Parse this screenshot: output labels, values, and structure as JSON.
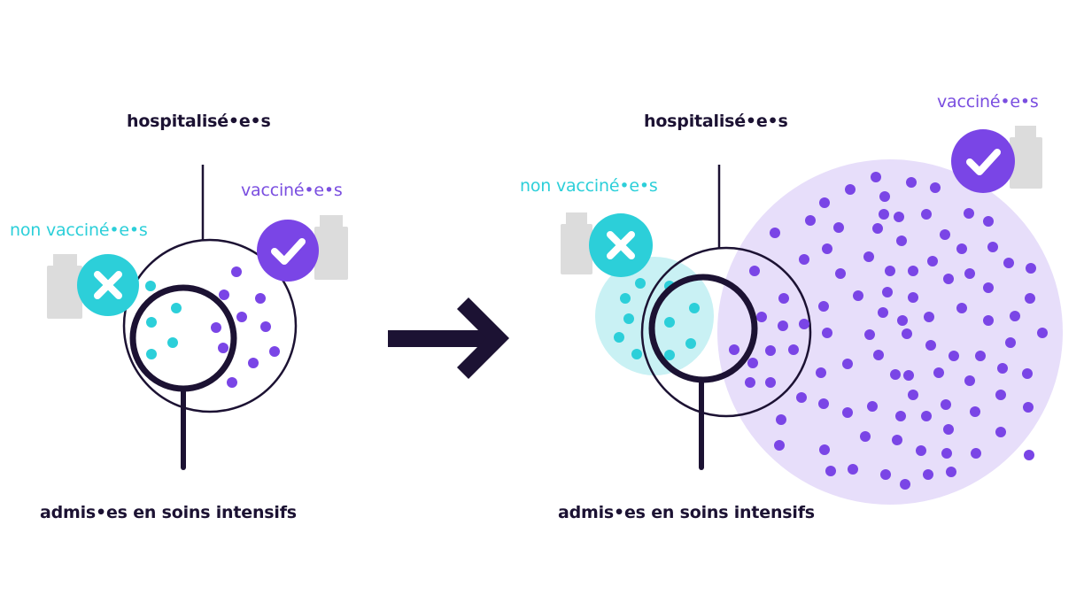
{
  "colors": {
    "ink": "#1c1233",
    "cyan": "#2ccfd9",
    "cyan_blob": "#c9f1f4",
    "purple": "#7a45e6",
    "lavender": "#e7defa",
    "vial_grey": "#dcdcdc",
    "white": "#ffffff"
  },
  "left_panel": {
    "title": "hospitalisé•e•s",
    "unvaccinated_label": "non vacciné•e•s",
    "vaccinated_label": "vacciné•e•s",
    "bottom_label": "admis•es en soins intensifs",
    "unvaccinated_icon": "x-icon",
    "vaccinated_icon": "check-icon"
  },
  "arrow": {
    "icon": "arrow-right-icon"
  },
  "right_panel": {
    "title": "hospitalisé•e•s",
    "unvaccinated_label": "non vacciné•e•s",
    "vaccinated_label": "vacciné•e•s",
    "bottom_label": "admis•es en soins intensifs",
    "unvaccinated_icon": "x-icon",
    "vaccinated_icon": "check-icon"
  },
  "chart_data": {
    "type": "diagram",
    "title": "",
    "description": "Comparison of hospitalised and ICU patients by vaccination status: small population (left) vs. large vaccinated population (right)",
    "panels": [
      {
        "name": "left",
        "hospitalised_label": "hospitalisé•e•s",
        "icu_label": "admis•es en soins intensifs",
        "groups": [
          {
            "name": "non vacciné•e•s",
            "color": "#2ccfd9",
            "dots": [
              [
                170,
                323
              ],
              [
                199,
                348
              ],
              [
                171,
                364
              ],
              [
                195,
                387
              ],
              [
                171,
                400
              ]
            ]
          },
          {
            "name": "vacciné•e•s",
            "color": "#7a45e6",
            "dots": [
              [
                267,
                307
              ],
              [
                253,
                333
              ],
              [
                294,
                337
              ],
              [
                273,
                358
              ],
              [
                244,
                370
              ],
              [
                300,
                369
              ],
              [
                252,
                393
              ],
              [
                310,
                397
              ],
              [
                286,
                410
              ],
              [
                262,
                432
              ]
            ]
          }
        ]
      },
      {
        "name": "right",
        "hospitalised_label": "hospitalisé•e•s",
        "icu_label": "admis•es en soins intensifs",
        "groups": [
          {
            "name": "non vacciné•e•s",
            "color": "#2ccfd9",
            "dots": [
              [
                723,
                320
              ],
              [
                756,
                323
              ],
              [
                706,
                337
              ],
              [
                784,
                348
              ],
              [
                710,
                360
              ],
              [
                756,
                364
              ],
              [
                699,
                381
              ],
              [
                780,
                388
              ],
              [
                719,
                400
              ],
              [
                756,
                401
              ]
            ]
          },
          {
            "name": "vacciné•e•s",
            "color": "#7a45e6",
            "dots": [
              [
                989,
                200
              ],
              [
                960,
                214
              ],
              [
                931,
                229
              ],
              [
                999,
                222
              ],
              [
                1029,
                206
              ],
              [
                1056,
                212
              ],
              [
                915,
                249
              ],
              [
                947,
                257
              ],
              [
                998,
                242
              ],
              [
                875,
                263
              ],
              [
                991,
                258
              ],
              [
                1015,
                245
              ],
              [
                1046,
                242
              ],
              [
                1094,
                241
              ],
              [
                1116,
                250
              ],
              [
                934,
                281
              ],
              [
                908,
                293
              ],
              [
                981,
                290
              ],
              [
                1018,
                272
              ],
              [
                1067,
                265
              ],
              [
                1086,
                281
              ],
              [
                1121,
                279
              ],
              [
                852,
                306
              ],
              [
                949,
                309
              ],
              [
                1005,
                306
              ],
              [
                1031,
                306
              ],
              [
                1053,
                295
              ],
              [
                1095,
                309
              ],
              [
                1139,
                297
              ],
              [
                1164,
                303
              ],
              [
                885,
                337
              ],
              [
                930,
                346
              ],
              [
                969,
                334
              ],
              [
                1002,
                330
              ],
              [
                1071,
                315
              ],
              [
                1116,
                325
              ],
              [
                1031,
                336
              ],
              [
                1163,
                337
              ],
              [
                860,
                358
              ],
              [
                884,
                368
              ],
              [
                908,
                366
              ],
              [
                997,
                353
              ],
              [
                1019,
                362
              ],
              [
                1049,
                358
              ],
              [
                1086,
                348
              ],
              [
                1116,
                362
              ],
              [
                1146,
                357
              ],
              [
                829,
                395
              ],
              [
                870,
                396
              ],
              [
                896,
                395
              ],
              [
                934,
                376
              ],
              [
                982,
                378
              ],
              [
                1024,
                377
              ],
              [
                1051,
                390
              ],
              [
                1077,
                402
              ],
              [
                1107,
                402
              ],
              [
                1141,
                387
              ],
              [
                1177,
                376
              ],
              [
                850,
                410
              ],
              [
                870,
                432
              ],
              [
                847,
                432
              ],
              [
                927,
                421
              ],
              [
                957,
                411
              ],
              [
                992,
                401
              ],
              [
                1011,
                423
              ],
              [
                1026,
                424
              ],
              [
                1060,
                421
              ],
              [
                1095,
                430
              ],
              [
                1132,
                416
              ],
              [
                1160,
                422
              ],
              [
                905,
                449
              ],
              [
                930,
                456
              ],
              [
                957,
                466
              ],
              [
                985,
                459
              ],
              [
                1031,
                446
              ],
              [
                1068,
                457
              ],
              [
                1101,
                465
              ],
              [
                1130,
                446
              ],
              [
                1161,
                460
              ],
              [
                882,
                474
              ],
              [
                1017,
                470
              ],
              [
                1046,
                470
              ],
              [
                1071,
                485
              ],
              [
                1130,
                488
              ],
              [
                880,
                503
              ],
              [
                931,
                508
              ],
              [
                977,
                493
              ],
              [
                1013,
                497
              ],
              [
                1040,
                509
              ],
              [
                1069,
                512
              ],
              [
                1102,
                512
              ],
              [
                1162,
                514
              ],
              [
                938,
                532
              ],
              [
                963,
                530
              ],
              [
                1000,
                536
              ],
              [
                1048,
                536
              ],
              [
                1074,
                533
              ],
              [
                1022,
                547
              ]
            ]
          }
        ]
      }
    ]
  }
}
